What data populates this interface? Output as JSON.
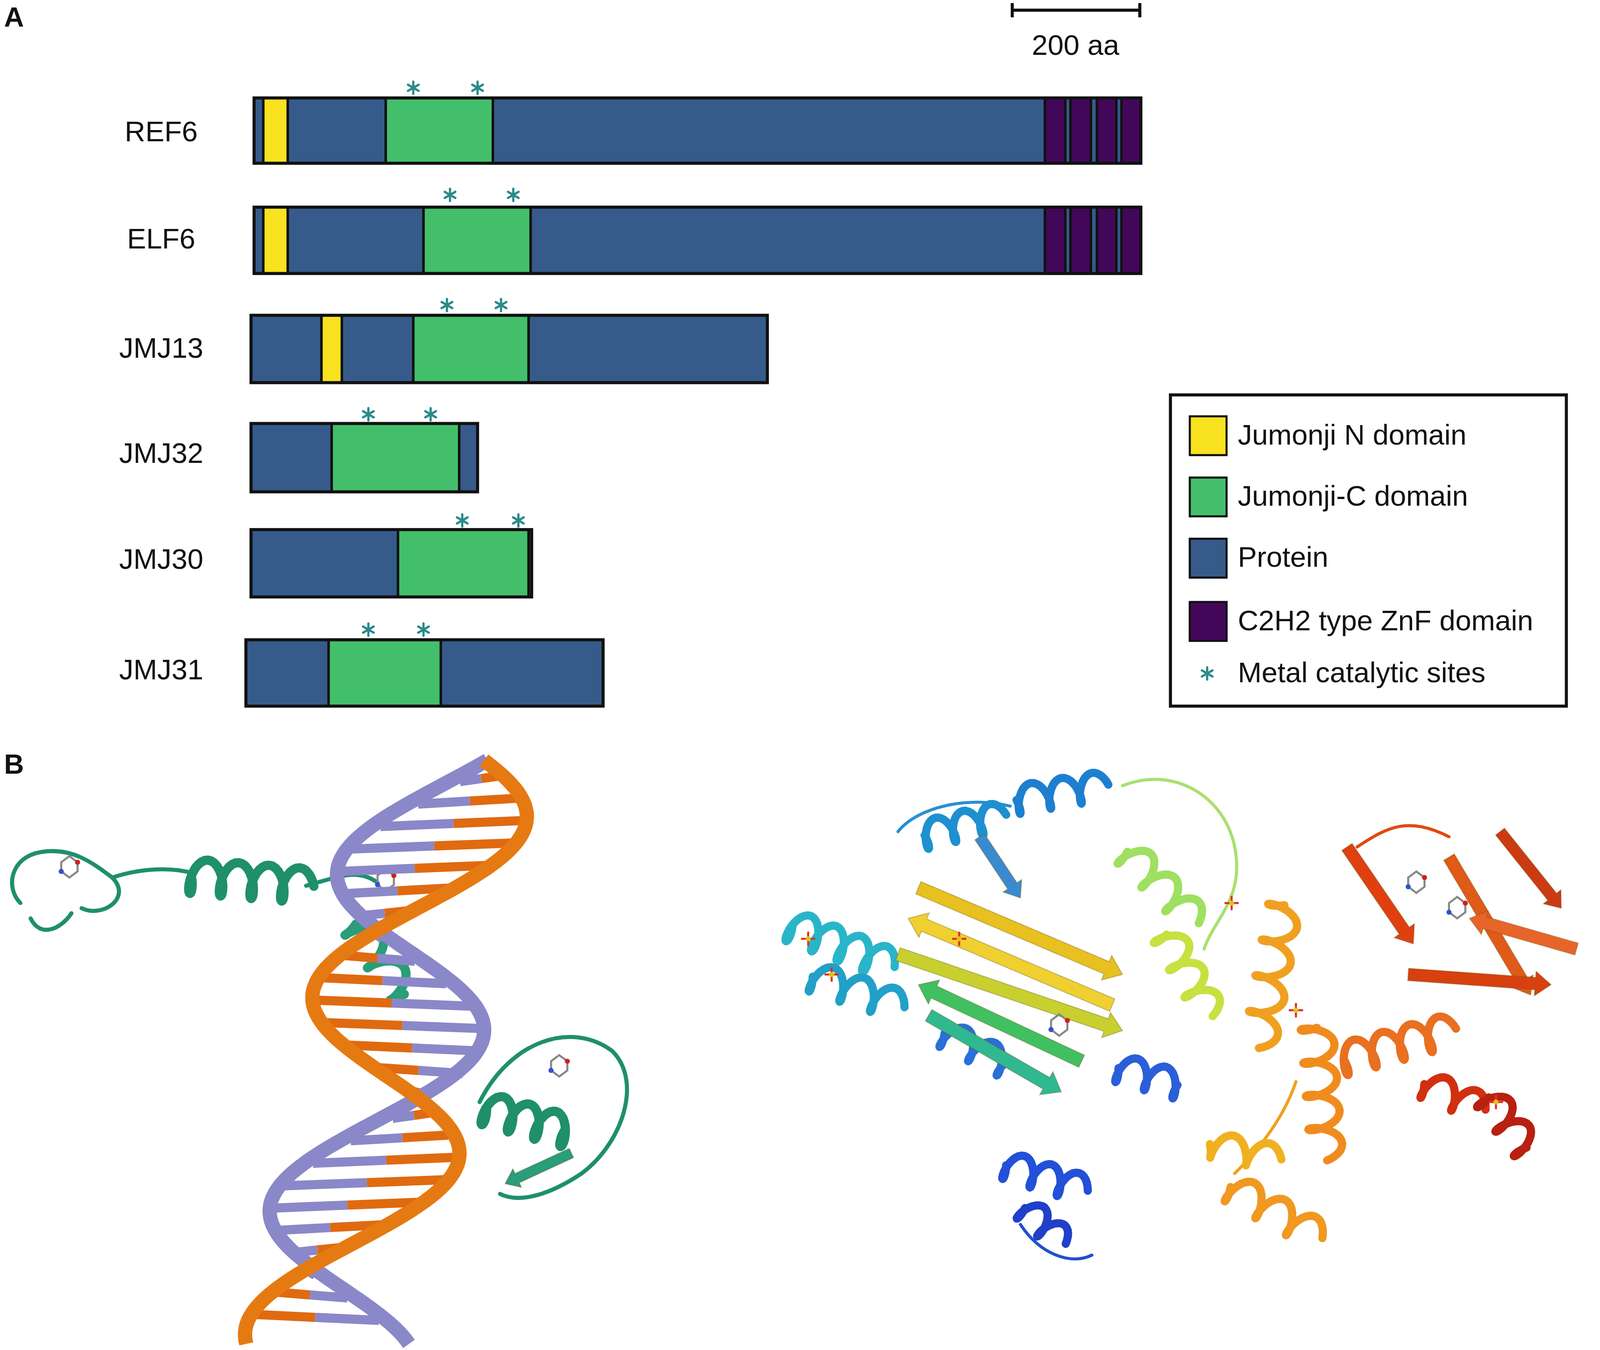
{
  "diagram": {
    "labels": [
      "A",
      "200 aa",
      "REF6",
      "ELF6",
      "JMJ13",
      "JMJ32",
      "JMJ30",
      "JMJ31",
      "B"
    ],
    "legend": [
      {
        "text": "Jumonji N domain",
        "color": "#f9e21f"
      },
      {
        "text": "Jumonji-C domain",
        "color": "#43bf6b"
      },
      {
        "text": "Protein",
        "color": "#365b8b"
      },
      {
        "text": "C2H2 type ZnF domain",
        "color": "#43075a"
      },
      {
        "text": "Metal catalytic sites"
      }
    ]
  }
}
